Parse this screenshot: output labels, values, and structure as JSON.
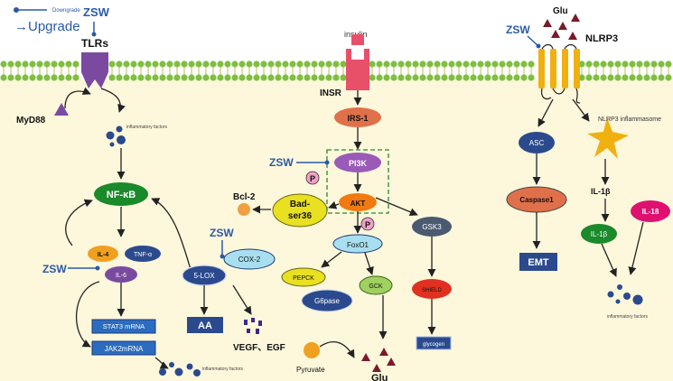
{
  "legend": {
    "downgrade": "Downgrade",
    "upgrade": "→Upgrade"
  },
  "zsw": "ZSW",
  "labels": {
    "tlrs": "TLRs",
    "myd88": "MyD88",
    "inflam_left": "inflammatory factors",
    "nfkb": "NF-κB",
    "il4": "IL-4",
    "tnf": "TNF-α",
    "il6": "IL-6",
    "stat3": "STAT3 mRNA",
    "jak2": "JAK2mRNA",
    "inflam_bottom": "inflammatory factors",
    "lox5": "5-LOX",
    "cox2": "COX-2",
    "aa": "AA",
    "vegf": "VEGF、EGF",
    "bcl2": "Bcl-2",
    "bad_line1": "Bad-",
    "bad_line2": "ser36",
    "insulin": "insulin",
    "insr": "INSR",
    "irs1": "IRS-1",
    "pi3k": "PI3K",
    "p": "P",
    "akt": "AKT",
    "foxo1": "FoxO1",
    "pepck": "PEPCK",
    "gck": "GCK",
    "g6pase": "G6pase",
    "pyruvate": "Pyruvate",
    "glu": "Glu",
    "gsk3": "GSK3",
    "shield": "SHIELD",
    "glycogen": "glycogen",
    "glu_top": "Glu",
    "nlrp3": "NLRP3",
    "nlrp3_inflam": "NLRP3 inflammasome",
    "asc": "ASC",
    "caspase1": "Caspase1",
    "emt": "EMT",
    "il1b": "IL-1β",
    "il1b_node": "IL-1β",
    "il18": "IL-18",
    "inflam_right": "inflammatory factors"
  },
  "colors": {
    "membrane_head": "#7fbf3f",
    "membrane_tail": "#c9c97a",
    "cytoplasm": "#fdf7dc",
    "zsw": "#2a5aa8",
    "nfkb": "#1a8a2a",
    "orange": "#f0a020",
    "navy": "#2b4a8e",
    "purple": "#7a4aa0",
    "lightblue": "#a8dff0",
    "pink_red": "#e8506a",
    "irs1": "#e0704a",
    "pi3k": "#9a5ab8",
    "gray_blue": "#4a5a70",
    "red": "#e03020",
    "dark_red": "#7a1a2a",
    "il18": "#e01070",
    "green": "#2aa02a",
    "yellow": "#e8e020",
    "lightgreen": "#a0d060"
  }
}
